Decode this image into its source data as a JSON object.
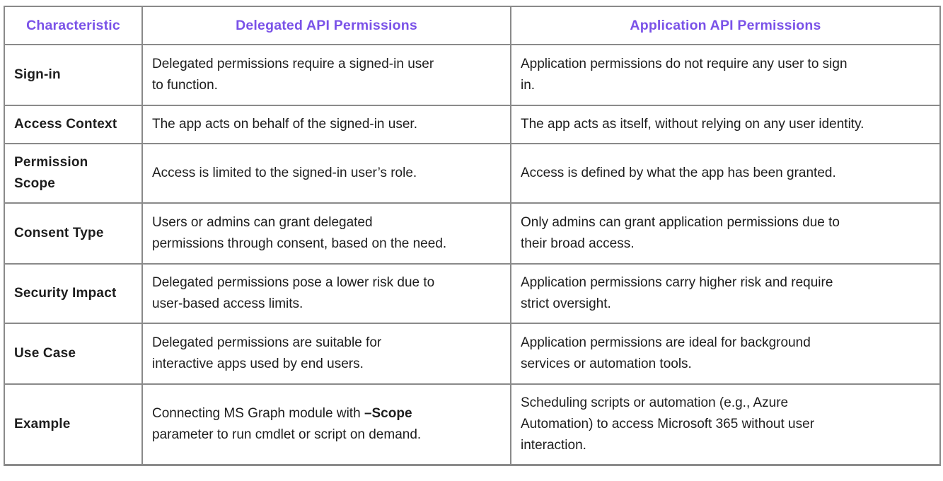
{
  "colors": {
    "header_text": "#7a52e8",
    "border": "#8a8a8a",
    "body_text": "#1d1d1d",
    "background": "#ffffff"
  },
  "table": {
    "headers": [
      "Characteristic",
      "Delegated API Permissions",
      "Application API Permissions"
    ],
    "rows": [
      {
        "label": "Sign-in",
        "delegated": "Delegated permissions require a signed-in user\nto function.",
        "application": "Application permissions do not require any user to sign\nin."
      },
      {
        "label": "Access Context",
        "delegated": "The app acts on behalf of the signed-in user.",
        "application": "The app acts as itself, without relying on any user identity."
      },
      {
        "label": "Permission\nScope",
        "delegated": "Access is limited to the signed-in user’s role.",
        "application": "Access is defined by what the app has been granted."
      },
      {
        "label": "Consent Type",
        "delegated": "Users or admins can grant delegated\npermissions through consent, based on the need.",
        "application": "Only admins can grant application permissions due to\ntheir broad access."
      },
      {
        "label": "Security Impact",
        "delegated": "Delegated permissions pose a lower risk due to\nuser-based access limits.",
        "application": "Application permissions carry higher risk and require\nstrict oversight."
      },
      {
        "label": "Use Case",
        "delegated": "Delegated permissions are suitable for\ninteractive apps used by end users.",
        "application": "Application permissions are ideal for background\nservices or automation tools."
      },
      {
        "label": "Example",
        "delegated_prefix": "Connecting MS Graph module with ",
        "delegated_bold": "–Scope",
        "delegated_suffix": "\nparameter to run cmdlet or script on demand.",
        "application": "Scheduling scripts or automation (e.g., Azure\nAutomation) to access Microsoft 365 without user\ninteraction."
      }
    ]
  }
}
